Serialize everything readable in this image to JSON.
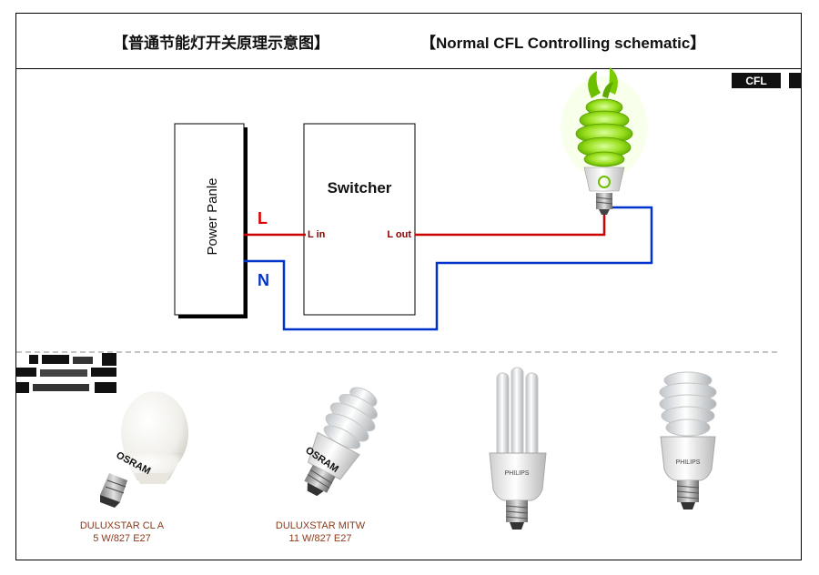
{
  "header": {
    "title_zh": "【普通节能灯开关原理示意图】",
    "title_en": "【Normal CFL Controlling schematic】"
  },
  "corner_tag": "CFL",
  "diagram": {
    "power_panel_label": "Power Panle",
    "switcher_label": "Switcher",
    "line_label": "L",
    "neutral_label": "N",
    "l_in_label": "L in",
    "l_out_label": "L out"
  },
  "colors": {
    "live_wire": "#cc0000",
    "neutral_wire": "#0033cc",
    "caption": "#8b3a1a",
    "lamp_glow": "#8fd400"
  },
  "products": [
    {
      "brand": "OSRAM",
      "line1": "DULUXSTAR CL A",
      "line2": "5 W/827 E27",
      "icon": "bulb-icon"
    },
    {
      "brand": "OSRAM",
      "line1": "DULUXSTAR MITW",
      "line2": "11 W/827 E27",
      "icon": "spiral-cfl-icon"
    },
    {
      "brand": "PHILIPS",
      "line1": "",
      "line2": "",
      "icon": "u-tube-cfl-icon"
    },
    {
      "brand": "PHILIPS",
      "line1": "",
      "line2": "",
      "icon": "spiral-cfl-icon"
    }
  ]
}
